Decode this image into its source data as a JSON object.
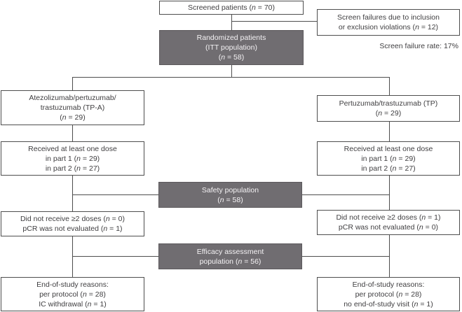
{
  "diagram": {
    "type": "consort-flowchart",
    "colors": {
      "background": "#ffffff",
      "box_border": "#4e4e4e",
      "connector_line": "#4e4e4e",
      "dark_box_fill": "#706d71",
      "dark_box_text": "#f4f2f4",
      "text": "#3f3e40"
    },
    "boxes": {
      "screened": {
        "lines": [
          "Screened patients (n = 70)"
        ]
      },
      "screen_failures": {
        "lines": [
          "Screen failures due to inclusion",
          "or exclusion violations (n = 12)"
        ]
      },
      "screen_failure_rate": {
        "label": "Screen failure rate: 17%"
      },
      "randomized": {
        "lines": [
          "Randomized patients",
          "(ITT population)",
          "(n = 58)"
        ]
      },
      "arm_tpa": {
        "lines": [
          "Atezolizumab/pertuzumab/",
          "trastuzumab (TP-A)",
          "(n = 29)"
        ]
      },
      "arm_tp": {
        "lines": [
          "Pertuzumab/trastuzumab (TP)",
          "(n = 29)"
        ]
      },
      "received_tpa": {
        "lines": [
          "Received at least one dose",
          "in part 1 (n = 29)",
          "in part 2 (n = 27)"
        ]
      },
      "received_tp": {
        "lines": [
          "Received at least one dose",
          "in part 1 (n = 29)",
          "in part 2 (n = 27)"
        ]
      },
      "safety": {
        "lines": [
          "Safety population",
          "(n = 58)"
        ]
      },
      "excluded_tpa": {
        "lines": [
          "Did not receive ≥2 doses (n = 0)",
          "pCR was not evaluated (n = 1)"
        ]
      },
      "excluded_tp": {
        "lines": [
          "Did not receive ≥2 doses (n = 1)",
          "pCR was not evaluated (n = 0)"
        ]
      },
      "efficacy": {
        "lines": [
          "Efficacy assessment",
          "population (n = 56)"
        ]
      },
      "eos_tpa": {
        "lines": [
          "End-of-study reasons:",
          "per protocol (n = 28)",
          "IC withdrawal (n = 1)"
        ]
      },
      "eos_tp": {
        "lines": [
          "End-of-study reasons:",
          "per protocol (n = 28)",
          "no end-of-study visit (n = 1)"
        ]
      }
    }
  }
}
